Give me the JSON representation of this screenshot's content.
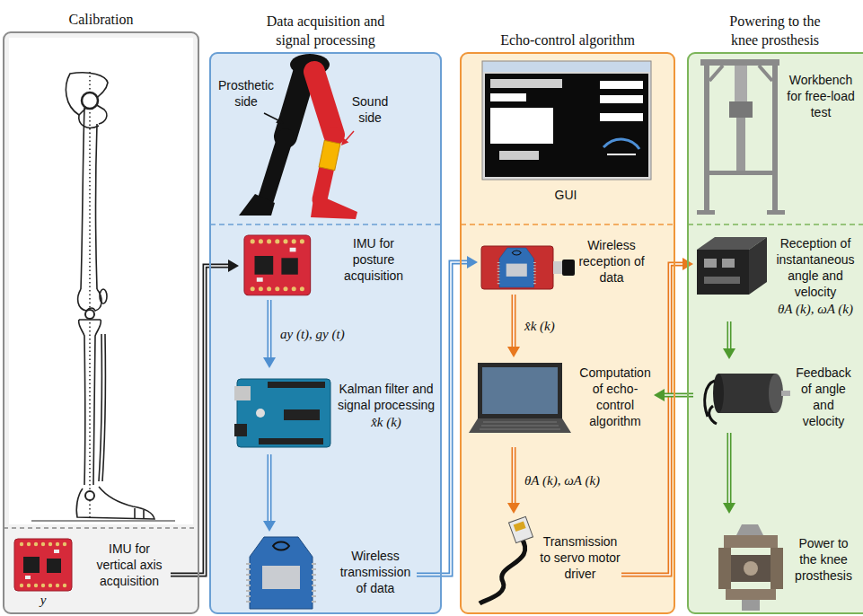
{
  "diagram": {
    "nodes": [
      {
        "text": [
          "Calibration"
        ]
      },
      {
        "text": [
          "IMU for vertical axis acquisition"
        ],
        "in": 0
      },
      {
        "text": [
          "Data acquisition and signal processing"
        ]
      },
      {
        "text": [
          "IMU for posture acquisition"
        ],
        "in": 2
      },
      {
        "text": [
          "Kalman filter and signal processing",
          "x̂k (k)"
        ],
        "in": 2
      },
      {
        "text": [
          "Wireless transmission of data"
        ],
        "in": 2
      },
      {
        "text": [
          "Echo-control algorithm"
        ]
      },
      {
        "text": [
          "Wireless reception of data"
        ],
        "in": 6
      },
      {
        "text": [
          "Computation of echo-control algorithm"
        ],
        "in": 6
      },
      {
        "text": [
          "Transmission to servo motor driver"
        ],
        "in": 6
      },
      {
        "text": [
          "Powering to the knee prosthesis"
        ]
      },
      {
        "text": [
          "Reception of instantaneous angle and velocity",
          "θA (k), ωA (k)"
        ],
        "in": 10
      },
      {
        "text": [
          "Feedback of angle and velocity"
        ],
        "in": 10
      },
      {
        "text": [
          "Power to the knee prosthesis"
        ],
        "in": 10
      }
    ],
    "edges": [
      {
        "from": 1,
        "to": 3,
        "arrow": "to"
      },
      {
        "from": 3,
        "to": 4,
        "arrow": "to",
        "label": "ay (t), gy (t)"
      },
      {
        "from": 4,
        "to": 5,
        "arrow": "to"
      },
      {
        "from": 5,
        "to": 7,
        "arrow": "to"
      },
      {
        "from": 7,
        "to": 8,
        "arrow": "to",
        "label": "x̂k (k)"
      },
      {
        "from": 8,
        "to": 9,
        "arrow": "to",
        "label": "θA (k), ωA (k)"
      },
      {
        "from": 9,
        "to": 11,
        "arrow": "to"
      },
      {
        "from": 11,
        "to": 12,
        "arrow": "to"
      },
      {
        "from": 12,
        "to": 13,
        "arrow": "to"
      },
      {
        "from": 12,
        "to": 8,
        "arrow": "to"
      }
    ],
    "labels": [
      "y",
      "Prosthetic side",
      "Sound side",
      "GUI",
      "Workbench for free-load test"
    ]
  }
}
